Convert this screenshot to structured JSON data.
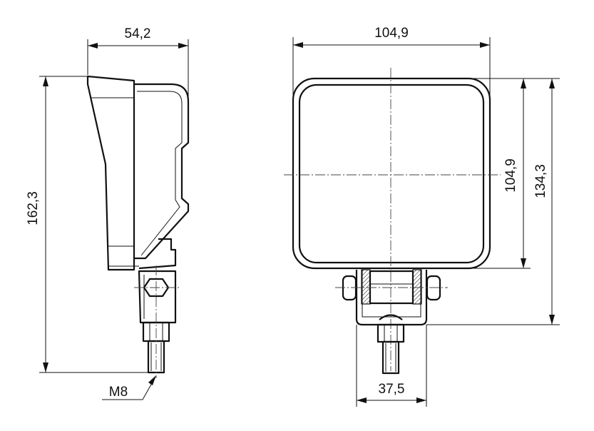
{
  "dimensions": {
    "side_width": "54,2",
    "side_height": "162,3",
    "front_width": "104,9",
    "front_height_body": "104,9",
    "front_height_total": "134,3",
    "bracket_width": "37,5",
    "thread": "M8"
  },
  "colors": {
    "ink": "#111111",
    "background": "#ffffff"
  }
}
